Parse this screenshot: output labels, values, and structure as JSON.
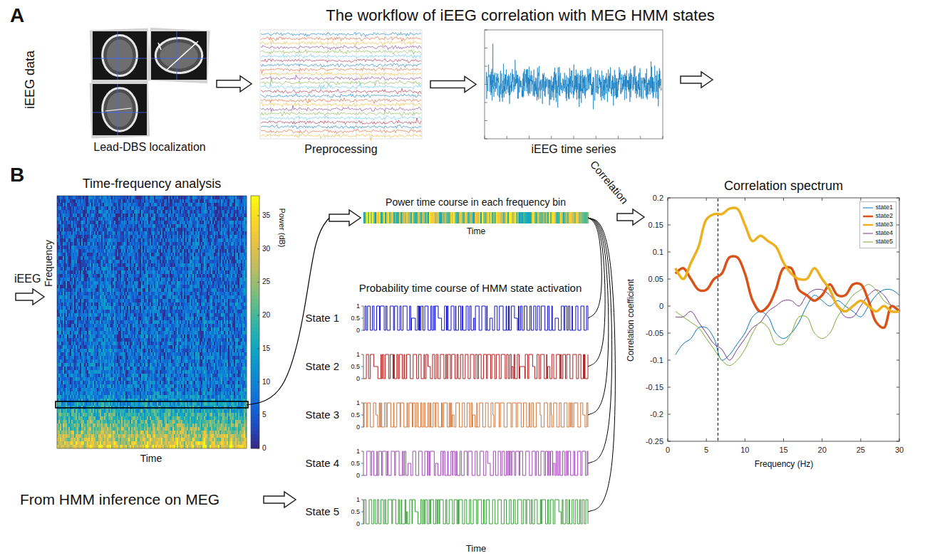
{
  "diagram": {
    "nodes": [
      {
        "text": [
          "Lead-DBS localization"
        ]
      },
      {
        "text": [
          "Preprocessing"
        ]
      },
      {
        "text": [
          "iEEG time series"
        ]
      },
      {
        "text": [
          "Time-frequency analysis"
        ]
      },
      {
        "text": [
          "Power time course in each frequency bin"
        ]
      },
      {
        "text": [
          "State 1"
        ]
      },
      {
        "text": [
          "State 2"
        ]
      },
      {
        "text": [
          "State 3"
        ]
      },
      {
        "text": [
          "State 4"
        ]
      },
      {
        "text": [
          "State 5"
        ]
      },
      {
        "text": [
          "Correlation spectrum"
        ]
      }
    ],
    "edges": [
      {
        "from": 0,
        "to": 1,
        "arrow": "to"
      },
      {
        "from": 1,
        "to": 2,
        "arrow": "to"
      },
      {
        "from": 3,
        "to": 4,
        "arrow": "to"
      },
      {
        "from": 4,
        "to": 5,
        "arrow": "none"
      },
      {
        "from": 4,
        "to": 6,
        "arrow": "none"
      },
      {
        "from": 4,
        "to": 7,
        "arrow": "none"
      },
      {
        "from": 4,
        "to": 8,
        "arrow": "none"
      },
      {
        "from": 4,
        "to": 9,
        "arrow": "none"
      }
    ],
    "labels": [
      "A",
      "The workflow of iEEG correlation with MEG HMM states",
      "iEEG data",
      "B",
      "iEEG",
      "Frequency",
      "Time",
      "35",
      "30",
      "25",
      "20",
      "15",
      "10",
      "5",
      "0",
      "Power (dB)",
      "Time",
      "Correlation",
      "Probability time course of HMM state activation",
      "1",
      "0.5",
      "0",
      "1",
      "0.5",
      "0",
      "1",
      "0.5",
      "0",
      "1",
      "0.5",
      "0",
      "1",
      "0.5",
      "0",
      "Time",
      "From HMM inference on MEG",
      "0.2",
      "0.15",
      "0.1",
      "0.05",
      "0",
      "-0.05",
      "-0.1",
      "-0.15",
      "-0.2",
      "-0.25",
      "0",
      "5",
      "10",
      "15",
      "20",
      "25",
      "30",
      "Frequency (Hz)",
      "Correlation coefficient"
    ],
    "legend": [
      {
        "text": "state1"
      },
      {
        "text": "state2"
      },
      {
        "text": "state3"
      },
      {
        "text": "state4"
      },
      {
        "text": "state5"
      }
    ]
  }
}
